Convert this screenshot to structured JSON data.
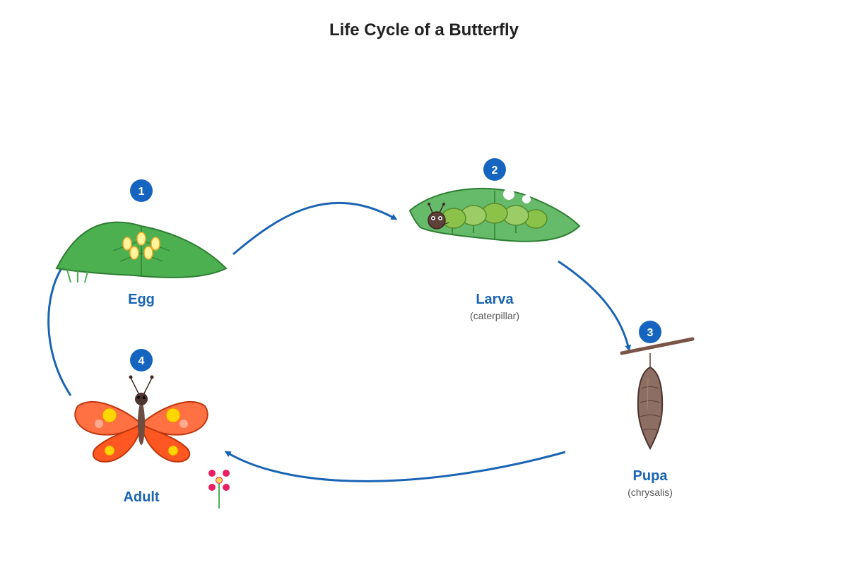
{
  "title": "Life Cycle of a Butterfly",
  "colors": {
    "accent": "#1a64b4",
    "badge": "#1565c0",
    "leaf": "#4caf50",
    "leaf_dark": "#2e7d32",
    "egg": "#fff59d",
    "caterpillar": "#8bc34a",
    "chrysalis": "#8d6e63",
    "butterfly_wing": "#ff7043",
    "butterfly_spot": "#ffd600",
    "flower": "#e91e63"
  },
  "stages": [
    {
      "number": "1",
      "label": "Egg",
      "sublabel": "",
      "icon": "leaf-with-eggs-icon"
    },
    {
      "number": "2",
      "label": "Larva",
      "sublabel": "(caterpillar)",
      "icon": "caterpillar-icon"
    },
    {
      "number": "3",
      "label": "Pupa",
      "sublabel": "(chrysalis)",
      "icon": "chrysalis-icon"
    },
    {
      "number": "4",
      "label": "Adult",
      "sublabel": "",
      "icon": "butterfly-icon"
    }
  ],
  "arrows": [
    {
      "from": "Egg",
      "to": "Larva"
    },
    {
      "from": "Larva",
      "to": "Pupa"
    },
    {
      "from": "Pupa",
      "to": "Adult"
    },
    {
      "from": "Adult",
      "to": "Egg"
    }
  ]
}
